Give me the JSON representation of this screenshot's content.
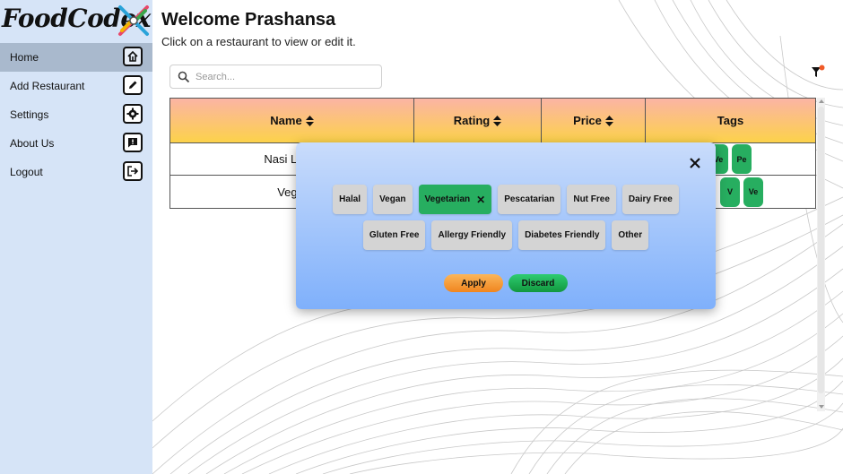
{
  "sidebar": {
    "logo_text": "FoodCodex",
    "items": [
      {
        "label": "Home",
        "icon": "home-icon",
        "active": true
      },
      {
        "label": "Add Restaurant",
        "icon": "edit-icon",
        "active": false
      },
      {
        "label": "Settings",
        "icon": "gear-icon",
        "active": false
      },
      {
        "label": "About Us",
        "icon": "chat-icon",
        "active": false
      },
      {
        "label": "Logout",
        "icon": "logout-icon",
        "active": false
      }
    ]
  },
  "main": {
    "title": "Welcome Prashansa",
    "subtitle": "Click on a restaurant to view or edit it.",
    "search": {
      "placeholder": "Search...",
      "value": ""
    }
  },
  "table": {
    "headers": [
      {
        "label": "Name",
        "sortable": true
      },
      {
        "label": "Rating",
        "sortable": true
      },
      {
        "label": "Price",
        "sortable": true
      },
      {
        "label": "Tags",
        "sortable": false
      }
    ],
    "rows": [
      {
        "name": "Nasi Lema",
        "tags": [
          "Ve",
          "Pe"
        ]
      },
      {
        "name": "Vegie",
        "tags": [
          "V",
          "Ve"
        ]
      }
    ]
  },
  "filter_modal": {
    "tags": [
      {
        "label": "Halal",
        "selected": false
      },
      {
        "label": "Vegan",
        "selected": false
      },
      {
        "label": "Vegetarian",
        "selected": true
      },
      {
        "label": "Pescatarian",
        "selected": false
      },
      {
        "label": "Nut Free",
        "selected": false
      },
      {
        "label": "Dairy Free",
        "selected": false
      },
      {
        "label": "Gluten Free",
        "selected": false
      },
      {
        "label": "Allergy Friendly",
        "selected": false
      },
      {
        "label": "Diabetes Friendly",
        "selected": false
      },
      {
        "label": "Other",
        "selected": false
      }
    ],
    "apply_label": "Apply",
    "discard_label": "Discard"
  },
  "colors": {
    "sidebar_bg": "#d6e4f7",
    "active_nav": "#a9b9cd",
    "tag_selected": "#27ae60",
    "tag_default": "#d4d4d4",
    "apply": "#f0851f",
    "discard": "#12973e"
  }
}
